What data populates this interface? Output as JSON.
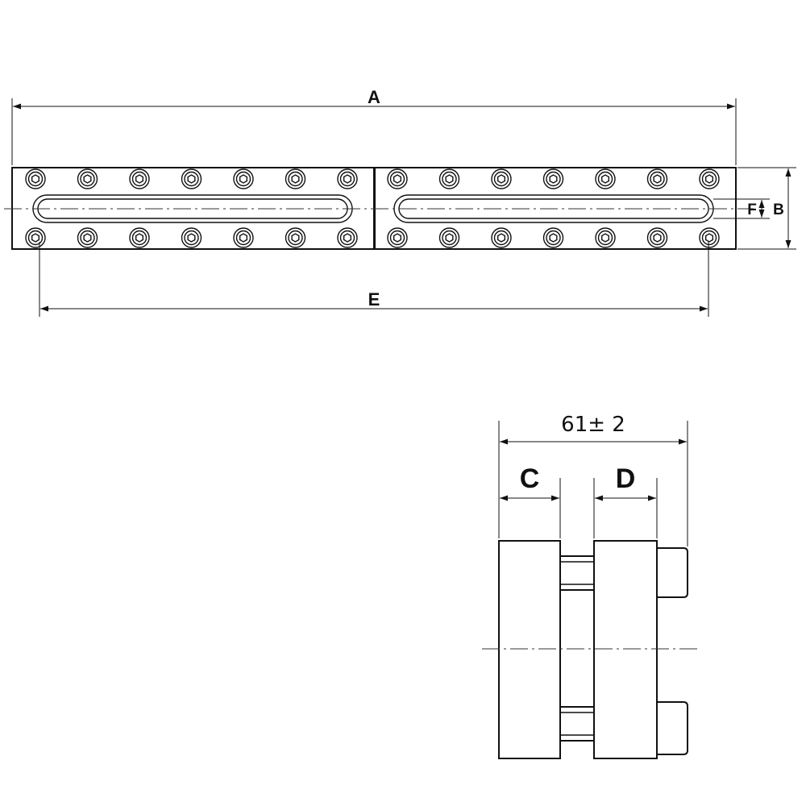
{
  "labels": {
    "a": "A",
    "b": "B",
    "c": "C",
    "d": "D",
    "e": "E",
    "f": "F",
    "width_tolerance": "61± 2"
  },
  "colors": {
    "stroke": "#111111",
    "background": "#ffffff"
  },
  "bolts": {
    "per_row_per_plate": 7,
    "rows": 2,
    "plates": 2
  }
}
